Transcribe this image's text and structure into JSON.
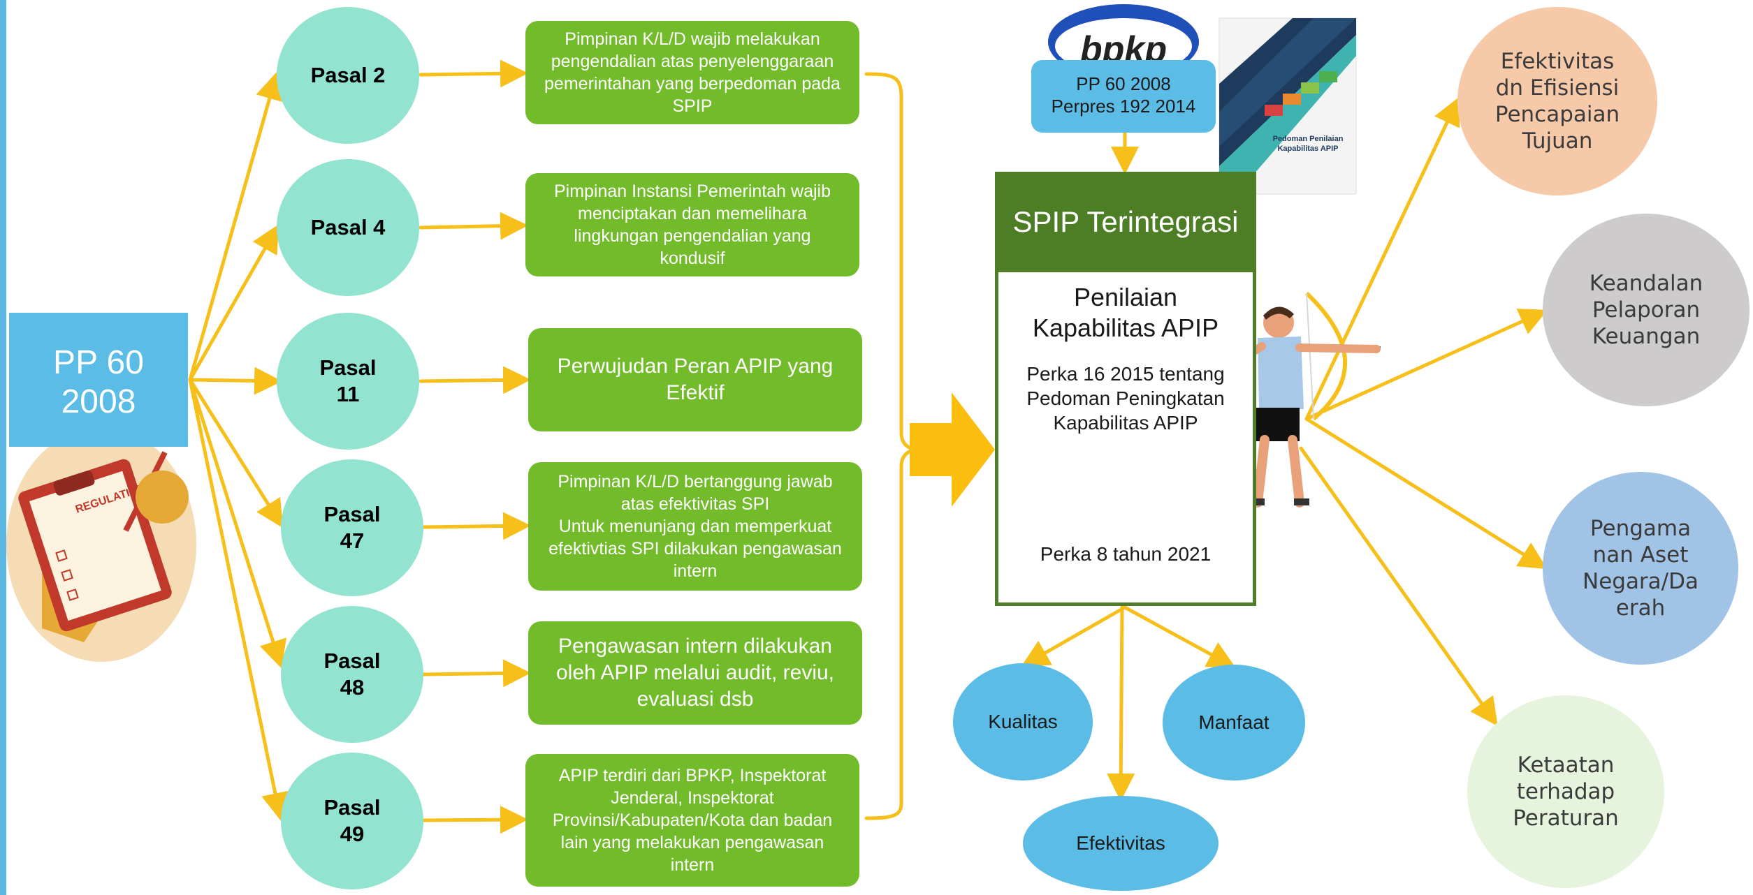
{
  "root": {
    "label": "PP 60\n2008"
  },
  "clipboard": {
    "label": "REGULATION"
  },
  "pasal": [
    {
      "label": "Pasal 2",
      "desc": "Pimpinan K/L/D wajib melakukan pengendalian atas penyelenggaraan pemerintahan yang berpedoman pada SPIP"
    },
    {
      "label": "Pasal 4",
      "desc": "Pimpinan Instansi Pemerintah wajib menciptakan dan memelihara lingkungan pengendalian yang kondusif"
    },
    {
      "label": "Pasal\n11",
      "desc": "Perwujudan Peran APIP yang Efektif"
    },
    {
      "label": "Pasal\n47",
      "desc": "Pimpinan K/L/D bertanggung jawab atas efektivitas SPI\nUntuk menunjang dan memperkuat efektivtias SPI dilakukan pengawasan intern"
    },
    {
      "label": "Pasal\n48",
      "desc": "Pengawasan intern dilakukan oleh APIP melalui audit, reviu, evaluasi dsb"
    },
    {
      "label": "Pasal\n49",
      "desc": "APIP terdiri dari BPKP, Inspektorat Jenderal, Inspektorat Provinsi/Kabupaten/Kota dan badan lain yang melakukan pengawasan intern"
    }
  ],
  "bpkp": {
    "logo_text": "bpkp",
    "label": "PP 60 2008\nPerpres 192 2014"
  },
  "book": {
    "title": "Pedoman Penilaian\nKapabilitas APIP"
  },
  "spip": {
    "title": "SPIP Terintegrasi",
    "subtitle": "Penilaian\nKapabilitas APIP",
    "perka16": "Perka 16 2015 tentang\nPedoman Peningkatan\nKapabilitas APIP",
    "perka8": "Perka 8 tahun 2021"
  },
  "bottom": {
    "kualitas": "Kualitas",
    "manfaat": "Manfaat",
    "efektivitas": "Efektivitas"
  },
  "outcomes": [
    {
      "label": "Efektivitas\ndn Efisiensi\nPencapaian\nTujuan",
      "color": "#f6c9a9"
    },
    {
      "label": "Keandalan\nPelaporan\nKeuangan",
      "color": "#cdcbcc"
    },
    {
      "label": "Pengama\nnan Aset\nNegara/Da\nerah",
      "color": "#a1c3e6"
    },
    {
      "label": "Ketaatan\nterhadap\nPeraturan",
      "color": "#e6f3dd"
    }
  ],
  "colors": {
    "arrow": "#f6bf1a",
    "green": "#72bb2a",
    "dark_green": "#4d7e26",
    "blue": "#5bbde6",
    "mint": "#92e3cf"
  }
}
